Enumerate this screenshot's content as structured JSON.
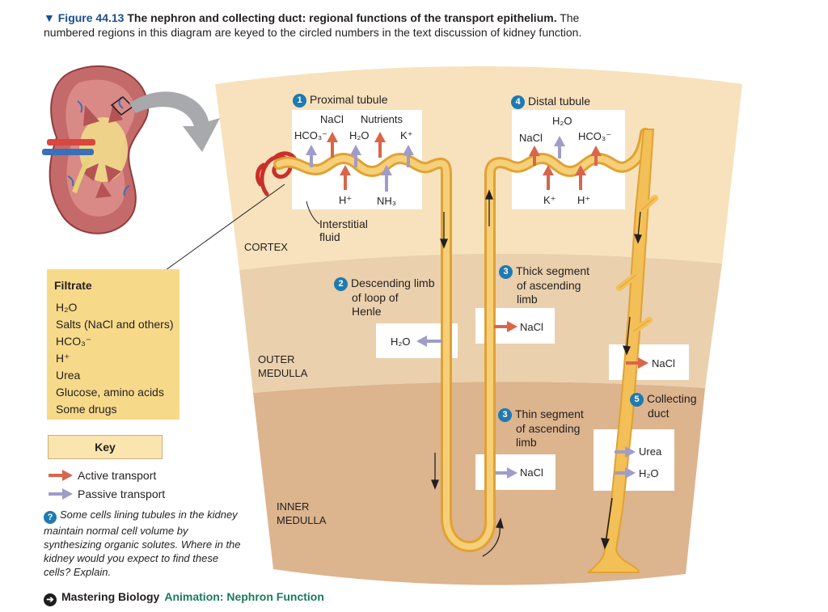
{
  "caption": {
    "marker": "▼",
    "figure_number": "Figure 44.13",
    "title": "The nephron and collecting duct: regional functions of the transport epithelium.",
    "text": "The numbered regions in this diagram are keyed to the circled numbers in the text discussion of kidney function."
  },
  "regions": {
    "cortex": "CORTEX",
    "outer_medulla_1": "OUTER",
    "outer_medulla_2": "MEDULLA",
    "inner_medulla_1": "INNER",
    "inner_medulla_2": "MEDULLA"
  },
  "sections": {
    "proximal": {
      "num": "1",
      "label": "Proximal tubule"
    },
    "distal": {
      "num": "4",
      "label": "Distal tubule"
    },
    "descending": {
      "num": "2",
      "line1": "Descending limb",
      "line2": "of loop of",
      "line3": "Henle"
    },
    "thick": {
      "num": "3",
      "line1": "Thick segment",
      "line2": "of ascending",
      "line3": "limb"
    },
    "thin": {
      "num": "3",
      "line1": "Thin segment",
      "line2": "of ascending",
      "line3": "limb"
    },
    "collecting": {
      "num": "5",
      "line1": "Collecting",
      "line2": "duct"
    }
  },
  "proximal_solutes": {
    "nacl": "NaCl",
    "nutrients": "Nutrients",
    "hco3": "HCO₃⁻",
    "h2o": "H₂O",
    "k": "K⁺",
    "h": "H⁺",
    "nh3": "NH₃"
  },
  "distal_solutes": {
    "h2o": "H₂O",
    "nacl": "NaCl",
    "hco3": "HCO₃⁻",
    "k": "K⁺",
    "h": "H⁺"
  },
  "interstitial": {
    "line1": "Interstitial",
    "line2": "fluid"
  },
  "boxes": {
    "descending_h2o": "H₂O",
    "thick_nacl": "NaCl",
    "thin_nacl": "NaCl",
    "collecting_nacl": "NaCl",
    "collecting_urea": "Urea",
    "collecting_h2o": "H₂O"
  },
  "filtrate": {
    "title": "Filtrate",
    "items": [
      "H₂O",
      "Salts (NaCl and others)",
      "HCO₃⁻",
      "H⁺",
      "Urea",
      "Glucose, amino acids",
      "Some drugs"
    ]
  },
  "key": {
    "title": "Key",
    "active": "Active transport",
    "passive": "Passive transport",
    "active_color": "#d9654a",
    "passive_color": "#9f9cc9"
  },
  "question": {
    "icon": "?",
    "text": "Some cells lining tubules in the kidney maintain normal cell volume by synthesizing organic solutes. Where in the kidney would you expect to find these cells? Explain."
  },
  "footer": {
    "brand": "Mastering Biology",
    "link": "Animation: Nephron Function"
  },
  "colors": {
    "cortex": "#f7e2bd",
    "outer_medulla": "#ead0ad",
    "inner_medulla": "#dcb48d",
    "tubule": "#f3bf57",
    "tubule_edge": "#e0a234",
    "badge": "#1f7ab0"
  }
}
